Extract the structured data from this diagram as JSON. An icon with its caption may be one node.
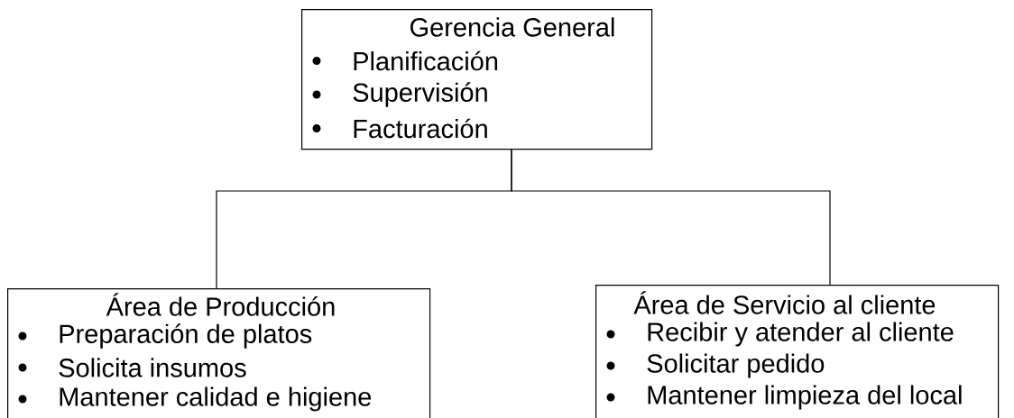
{
  "diagram": {
    "nodes": [
      {
        "text": [
          "Gerencia General",
          "Planificación",
          "Supervisión",
          "Facturación"
        ]
      },
      {
        "text": [
          "Área de Producción",
          "Preparación de platos",
          "Solicita insumos",
          "Mantener calidad e higiene"
        ]
      },
      {
        "text": [
          "Área de Servicio al cliente",
          "Recibir y atender al cliente",
          "Solicitar pedido",
          "Mantener limpieza del local"
        ]
      }
    ],
    "edges": [
      {
        "from": 0,
        "to": 1,
        "arrow": "none"
      },
      {
        "from": 0,
        "to": 2,
        "arrow": "none"
      }
    ]
  }
}
